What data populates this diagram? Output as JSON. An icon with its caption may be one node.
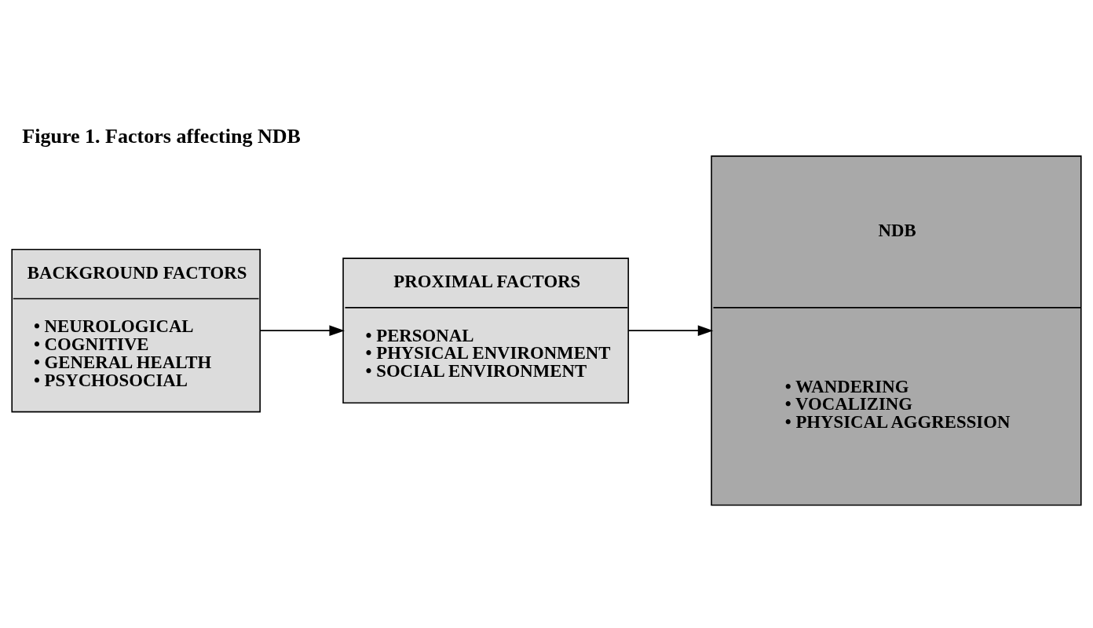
{
  "diagram": {
    "title": "Figure 1. Factors affecting NDB",
    "nodes": [
      {
        "text": [
          "BACKGROUND FACTORS",
          "• NEUROLOGICAL",
          "• COGNITIVE",
          "• GENERAL HEALTH",
          "• PSYCHOSOCIAL"
        ]
      },
      {
        "text": [
          "PROXIMAL FACTORS",
          "• PERSONAL",
          "• PHYSICAL ENVIRONMENT",
          "• SOCIAL ENVIRONMENT"
        ]
      },
      {
        "text": [
          "NDB",
          "• WANDERING",
          "• VOCALIZING",
          "• PHYSICAL AGGRESSION"
        ]
      }
    ],
    "edges": [
      {
        "from": 0,
        "to": 1,
        "arrow": "to"
      },
      {
        "from": 1,
        "to": 2,
        "arrow": "to"
      }
    ]
  }
}
